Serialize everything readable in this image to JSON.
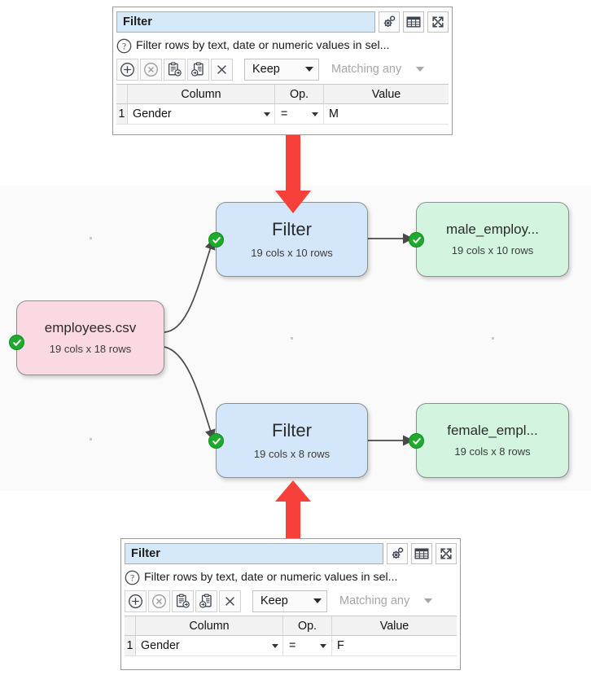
{
  "panels": [
    {
      "id": "top",
      "name_value": "Filter",
      "description": "Filter rows by text, date or numeric values in sel...",
      "header_buttons": [
        {
          "label": "options-gear",
          "icon": "gear-icon"
        },
        {
          "label": "table-grid",
          "icon": "table-icon"
        },
        {
          "label": "expand",
          "icon": "expand-icon"
        }
      ],
      "toolbar_buttons": [
        {
          "label": "add-row",
          "icon": "plus-circle-icon"
        },
        {
          "label": "remove-row",
          "icon": "cross-circle-icon"
        },
        {
          "label": "copy-rows",
          "icon": "clipboard-out-icon"
        },
        {
          "label": "paste-rows",
          "icon": "clipboard-in-icon"
        },
        {
          "label": "clear-all",
          "icon": "x-icon"
        }
      ],
      "mode": "Keep",
      "match": "Matching any",
      "columns": [
        "Column",
        "Op.",
        "Value"
      ],
      "rows": [
        {
          "index": "1",
          "column": "Gender",
          "op": "=",
          "value": "M"
        }
      ]
    },
    {
      "id": "bottom",
      "name_value": "Filter",
      "description": "Filter rows by text, date or numeric values in sel...",
      "header_buttons": [
        {
          "label": "options-gear",
          "icon": "gear-icon"
        },
        {
          "label": "table-grid",
          "icon": "table-icon"
        },
        {
          "label": "expand",
          "icon": "expand-icon"
        }
      ],
      "toolbar_buttons": [
        {
          "label": "add-row",
          "icon": "plus-circle-icon"
        },
        {
          "label": "remove-row",
          "icon": "cross-circle-icon"
        },
        {
          "label": "copy-rows",
          "icon": "clipboard-out-icon"
        },
        {
          "label": "paste-rows",
          "icon": "clipboard-in-icon"
        },
        {
          "label": "clear-all",
          "icon": "x-icon"
        }
      ],
      "mode": "Keep",
      "match": "Matching any",
      "columns": [
        "Column",
        "Op.",
        "Value"
      ],
      "rows": [
        {
          "index": "1",
          "column": "Gender",
          "op": "=",
          "value": "F"
        }
      ]
    }
  ],
  "canvas": {
    "background": "#fafafa",
    "nodes": [
      {
        "id": "source",
        "title": "employees.csv",
        "subtitle": "19 cols x 18 rows",
        "color": "#fbd9e3",
        "status": "ok"
      },
      {
        "id": "filter-male",
        "title": "Filter",
        "subtitle": "19 cols x 10 rows",
        "color": "#d4e7fa",
        "status": "ok"
      },
      {
        "id": "output-male",
        "title": "male_employ...",
        "subtitle": "19 cols x 10 rows",
        "color": "#d3f5df",
        "status": "ok"
      },
      {
        "id": "filter-female",
        "title": "Filter",
        "subtitle": "19 cols x 8 rows",
        "color": "#d4e7fa",
        "status": "ok"
      },
      {
        "id": "output-female",
        "title": "female_empl...",
        "subtitle": "19 cols x 8 rows",
        "color": "#d3f5df",
        "status": "ok"
      }
    ],
    "annotation_arrow_color": "#f7403a"
  }
}
